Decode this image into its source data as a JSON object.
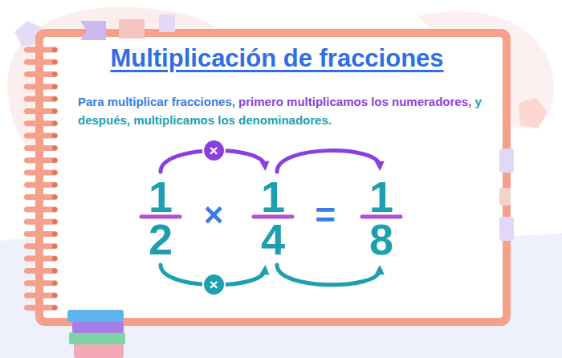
{
  "diagram": {
    "title": "Multiplicación de fracciones",
    "nodes": [
      {
        "text": [
          "×"
        ]
      },
      {
        "text": [
          "×"
        ]
      }
    ],
    "labels": [
      "Para multiplicar fracciones,",
      "primero multiplicamos los numeradores,",
      "y después, multiplicamos los denominadores.",
      "1",
      "2",
      "×",
      "1",
      "4",
      "=",
      "1",
      "8"
    ]
  }
}
